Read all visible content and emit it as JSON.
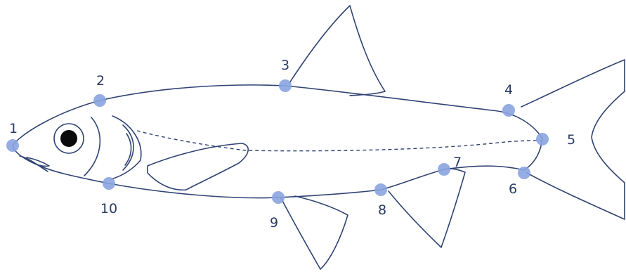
{
  "diagram": {
    "subject": "fish-outline",
    "colors": {
      "outline": "#2f4373",
      "landmark": "#8aa4e0",
      "label": "#2a3b63"
    },
    "landmarks": [
      {
        "id": 1,
        "label": "1"
      },
      {
        "id": 2,
        "label": "2"
      },
      {
        "id": 3,
        "label": "3"
      },
      {
        "id": 4,
        "label": "4"
      },
      {
        "id": 5,
        "label": "5"
      },
      {
        "id": 6,
        "label": "6"
      },
      {
        "id": 7,
        "label": "7"
      },
      {
        "id": 8,
        "label": "8"
      },
      {
        "id": 9,
        "label": "9"
      },
      {
        "id": 10,
        "label": "10"
      }
    ]
  }
}
